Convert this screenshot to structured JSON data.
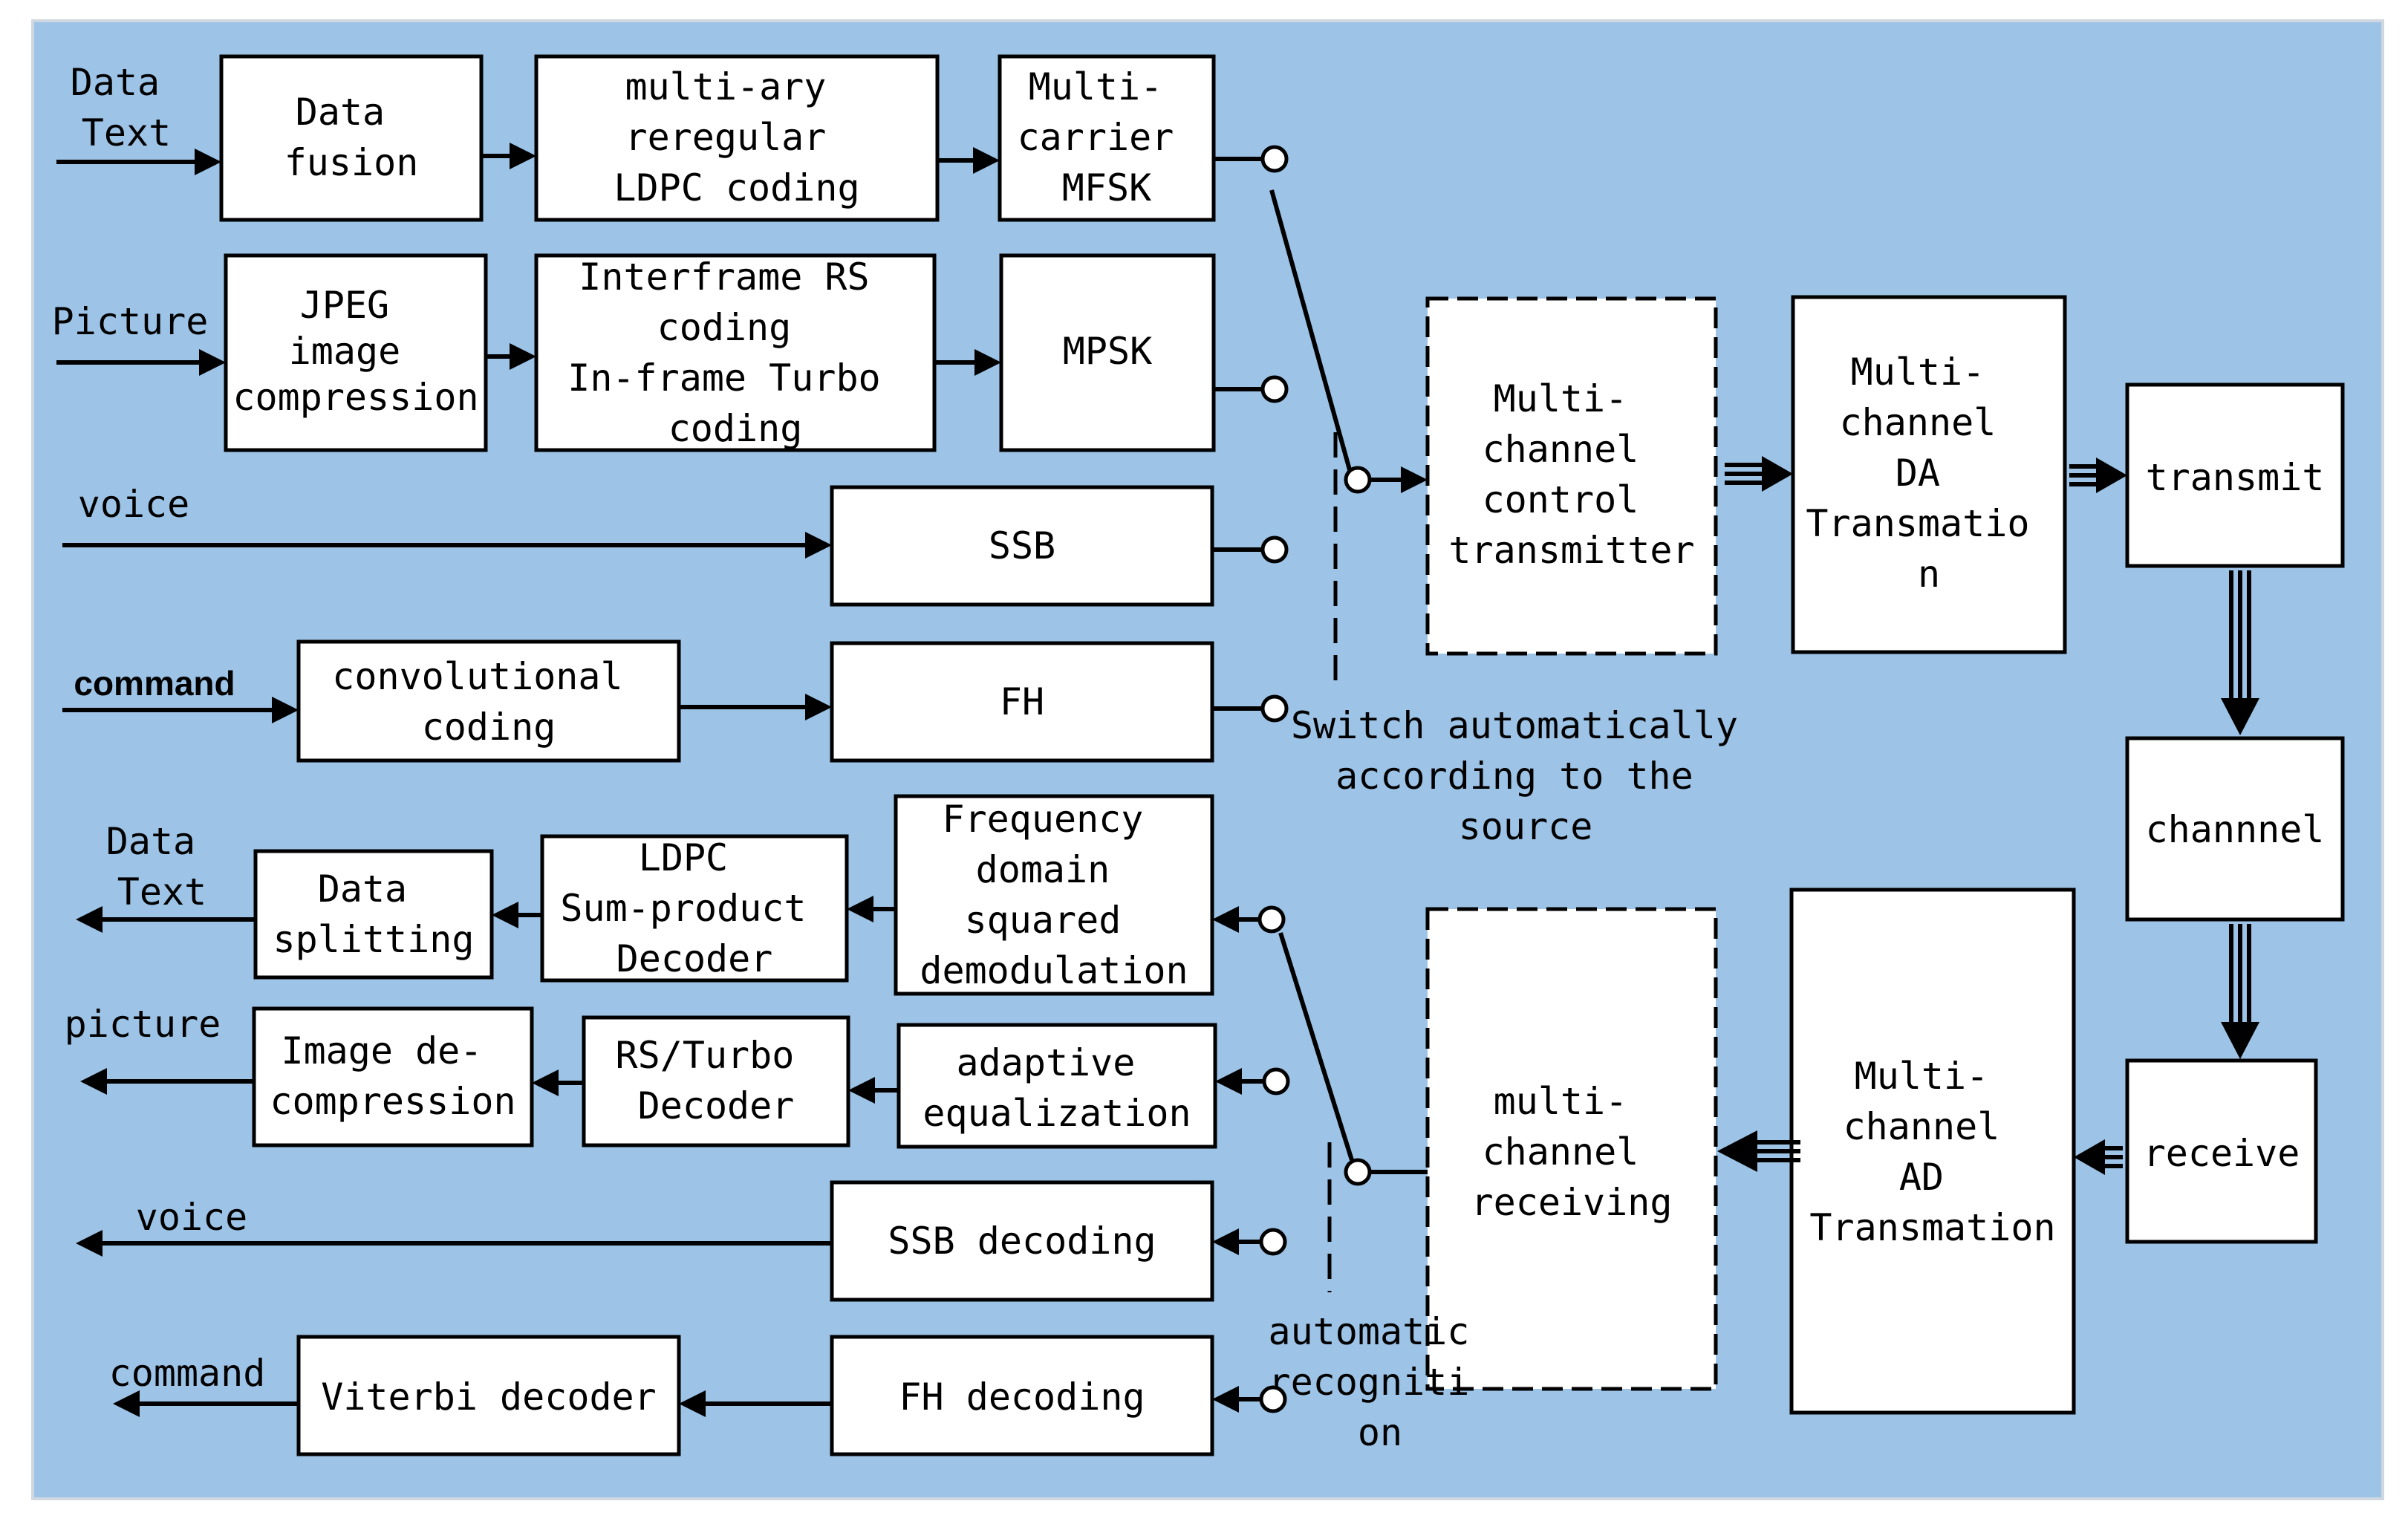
{
  "colors": {
    "background": "#9dc3e6",
    "box_fill": "#ffffff",
    "stroke": "#000000"
  },
  "inputs": {
    "data_text": [
      "Data",
      "Text"
    ],
    "picture": "Picture",
    "voice": "voice",
    "command": "command"
  },
  "outputs": {
    "data_text": [
      "Data",
      "Text"
    ],
    "picture": "picture",
    "voice": "voice",
    "command": "command"
  },
  "tx_blocks": {
    "data_fusion": [
      "Data",
      "fusion"
    ],
    "ldpc_coding": [
      "multi-ary",
      "reregular",
      "LDPC coding"
    ],
    "mfsk": [
      "Multi-",
      "carrier",
      "MFSK"
    ],
    "jpeg": [
      "JPEG",
      "image",
      "compression"
    ],
    "rs_turbo_coding": [
      "Interframe RS",
      "coding",
      "In-frame Turbo",
      "coding"
    ],
    "mpsk": "MPSK",
    "ssb": "SSB",
    "convolutional": [
      "convolutional",
      "coding"
    ],
    "fh": "FH"
  },
  "rx_blocks": {
    "data_splitting": [
      "Data",
      "splitting"
    ],
    "ldpc_decoder": [
      "LDPC",
      "Sum-product",
      "Decoder"
    ],
    "freq_demod": [
      "Frequency",
      "domain",
      "squared",
      "demodulation"
    ],
    "image_decompression": [
      "Image de-",
      "compression"
    ],
    "rs_turbo_decoder": [
      "RS/Turbo",
      "Decoder"
    ],
    "adaptive_eq": [
      "adaptive",
      "equalization"
    ],
    "ssb_decoding": "SSB decoding",
    "viterbi": "Viterbi decoder",
    "fh_decoding": "FH decoding"
  },
  "chain": {
    "control_transmitter": [
      "Multi-",
      "channel",
      "control",
      "transmitter"
    ],
    "da": [
      "Multi-",
      "channel",
      "DA",
      "Transmatio",
      "n"
    ],
    "transmit": "transmit",
    "channel": "channnel",
    "receive": "receive",
    "ad": [
      "Multi-",
      "channel",
      "AD",
      "Transmation"
    ],
    "receiving": [
      "multi-",
      "channel",
      "receiving"
    ]
  },
  "notes": {
    "switch_tx": [
      "Switch automatically",
      "according to the",
      "source"
    ],
    "switch_rx": [
      "automatic",
      "recogniti",
      "on"
    ]
  }
}
